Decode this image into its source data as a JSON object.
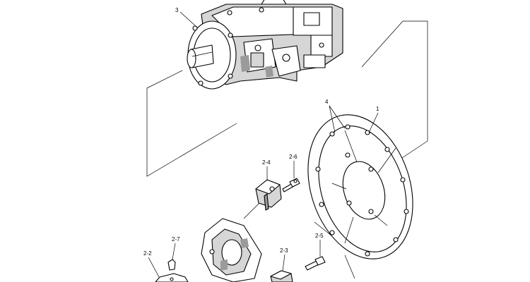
{
  "callouts": {
    "c1": "1",
    "c3": "3",
    "c4": "4",
    "c2_2": "2-2",
    "c2_3": "2-3",
    "c2_4": "2-4",
    "c2_5": "2-5",
    "c2_6": "2-6",
    "c2_7": "2-7"
  }
}
